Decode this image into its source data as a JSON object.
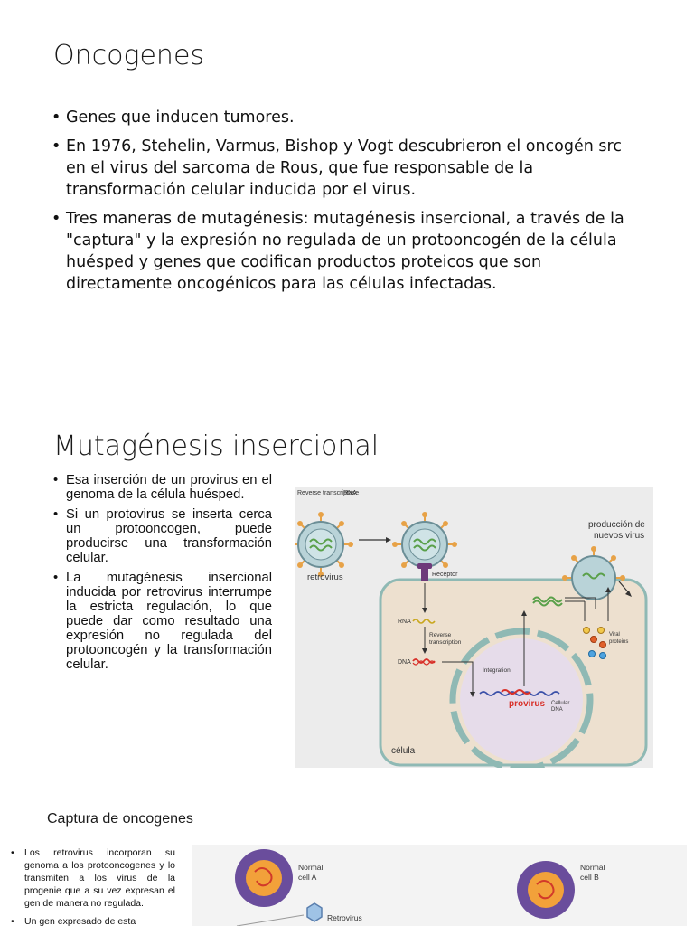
{
  "slide1": {
    "title": "Oncogenes",
    "bullets": [
      "Genes que inducen tumores.",
      "En 1976, Stehelin, Varmus, Bishop y Vogt descubrieron el oncogén src en el virus del sarcoma de Rous, que fue responsable de la transformación celular inducida por el virus.",
      "Tres maneras de mutagénesis: mutagénesis insercional, a través de la \"captura\" y la expresión no regulada de un protooncogén de la célula huésped y genes que codifican productos proteicos que son directamente oncogénicos para las células infectadas."
    ]
  },
  "slide2": {
    "title": "Mutagénesis insercional",
    "bullets": [
      "Esa inserción de un provirus en el genoma de la célula huésped.",
      "Si un protovirus se inserta cerca un protooncogen, puede producirse una transformación celular.",
      "La mutagénesis insercional inducida por retrovirus interrumpe la estricta regulación, lo que puede dar como resultado una expresión no regulada del protooncogén y la transformación celular."
    ],
    "figure": {
      "reverse_transcriptase": "Reverse transcriptase",
      "rna_top": "RNA",
      "retrovirus": "retrovirus",
      "receptor": "Receptor",
      "produccion_1": "producción de",
      "produccion_2": "nuevos virus",
      "rna": "RNA",
      "reverse_transcription_1": "Reverse",
      "reverse_transcription_2": "transcription",
      "dna": "DNA",
      "integration": "Integration",
      "provirus": "provirus",
      "cellular_dna_1": "Cellular",
      "cellular_dna_2": "DNA",
      "viral_proteins_1": "Viral",
      "viral_proteins_2": "proteins",
      "celula": "célula"
    }
  },
  "slide3": {
    "title": "Captura de oncogenes",
    "bullets": [
      "Los retrovirus incorporan su genoma a los protooncogenes y lo transmiten a los virus de la progenie que a su vez expresan el gen de manera no regulada.",
      "Un gen expresado de esta"
    ],
    "figure": {
      "normal_a_1": "Normal",
      "normal_a_2": "cell A",
      "normal_b_1": "Normal",
      "normal_b_2": "cell B",
      "retrovirus": "Retrovirus"
    }
  },
  "colors": {
    "cell_fill": "#ede0cf",
    "cell_border": "#8fb9b4",
    "nucleus_fill": "#e6dcea",
    "provirus_red": "#d8312a",
    "dna_blue": "#3a4fa8",
    "virus_orange": "#e7a247",
    "receptor_purple": "#6d3a7a"
  }
}
